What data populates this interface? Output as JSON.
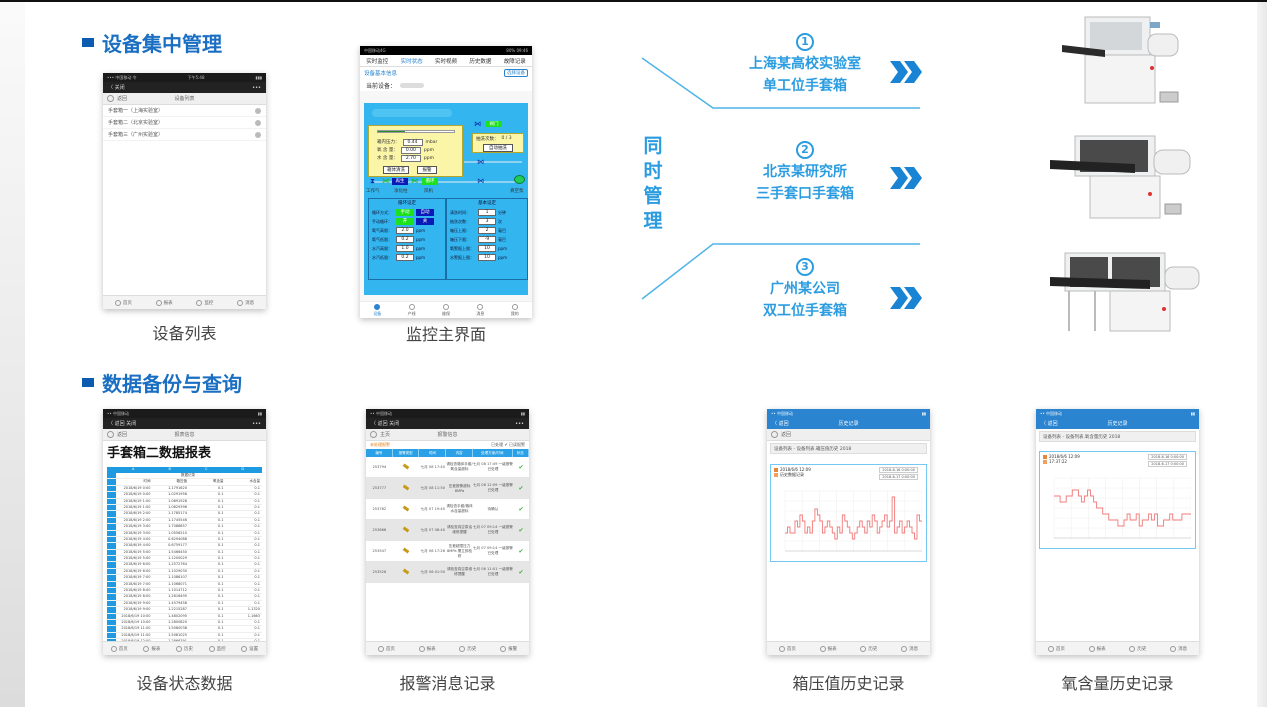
{
  "sections": {
    "central_management": {
      "title": "设备集中管理"
    },
    "data_backup": {
      "title": "数据备份与查询"
    }
  },
  "captions": {
    "device_list": "设备列表",
    "monitor_main": "监控主界面",
    "device_status_data": "设备状态数据",
    "alarm_records": "报警消息记录",
    "pressure_history": "箱压值历史记录",
    "oxygen_history": "氧含量历史记录"
  },
  "device_list_screen": {
    "status_left": "••• 中国移动 令",
    "status_center": "下午5:48",
    "status_right": "▮▮▮",
    "back_label": "〈 关闭",
    "more": "•••",
    "sub_left": "返回",
    "sub_title": "设备列表",
    "items": [
      {
        "label": "手套箱一（上海实验室）"
      },
      {
        "label": "手套箱二（北京实验室）"
      },
      {
        "label": "手套箱三（广州实验室）"
      }
    ],
    "tabs": [
      "首页",
      "报表",
      "监控",
      "消息"
    ]
  },
  "monitor_screen": {
    "status_left": "中国移动4G",
    "status_right": "80% 09:46",
    "tabs": [
      "实时监控",
      "实时状态",
      "实时视频",
      "历史数据",
      "故障记录"
    ],
    "active_tab": "实时状态",
    "info_title": "设备基本信息",
    "select_device": "选择设备",
    "current_device_label": "当前设备：",
    "readings": [
      {
        "label": "箱内压力：",
        "value": "0.44",
        "unit": "mbar"
      },
      {
        "label": "氧 含 量：",
        "value": "0.00",
        "unit": "ppm"
      },
      {
        "label": "水 含 量：",
        "value": "2.70",
        "unit": "ppm"
      }
    ],
    "btn_cleanup": "箱体清洗",
    "btn_alarm": "报警",
    "evac_count_label": "抽洗次数：",
    "evac_count_value": "0 / 3",
    "btn_auto_evac": "自动抽洗",
    "top_valve_btn": "阀门",
    "components": {
      "work_gas": "工作气",
      "purifier": "净化柱",
      "purifier_state": "再生",
      "fan": "风机",
      "fan_state": "循环",
      "vacuum_pump": "真空泵"
    },
    "cycle_settings": {
      "title": "循环设定",
      "rows": [
        {
          "label": "循环方式：",
          "a": "手动",
          "b": "自动"
        },
        {
          "label": "手动循环：",
          "a": "开",
          "b": "关"
        },
        {
          "label": "氧气高限：",
          "value": "2.0",
          "unit": "ppm"
        },
        {
          "label": "氧气低限：",
          "value": "0.2",
          "unit": "ppm"
        },
        {
          "label": "水汽高限：",
          "value": "1.0",
          "unit": "ppm"
        },
        {
          "label": "水汽低限：",
          "value": "0.2",
          "unit": "ppm"
        }
      ]
    },
    "basic_settings": {
      "title": "基本设定",
      "rows": [
        {
          "label": "清洗时间：",
          "value": "1",
          "unit": "分钟"
        },
        {
          "label": "抽洗次数：",
          "value": "3",
          "unit": "次"
        },
        {
          "label": "箱压上限：",
          "value": "2",
          "unit": "毫巴"
        },
        {
          "label": "箱压下限：",
          "value": "-9",
          "unit": "毫巴"
        },
        {
          "label": "氧警报上限：",
          "value": "10",
          "unit": "ppm"
        },
        {
          "label": "水警报上限：",
          "value": "10",
          "unit": "ppm"
        }
      ]
    },
    "bottom_tabs": [
      "设备",
      "产线",
      "维保",
      "消息",
      "我的"
    ],
    "active_bottom_tab": "设备"
  },
  "glovebox_cases": {
    "simultaneous_label": [
      "同",
      "时",
      "管",
      "理"
    ],
    "items": [
      {
        "num": "1",
        "line1": "上海某高校实验室",
        "line2": "单工位手套箱"
      },
      {
        "num": "2",
        "line1": "北京某研究所",
        "line2": "三手套口手套箱"
      },
      {
        "num": "3",
        "line1": "广州某公司",
        "line2": "双工位手套箱"
      }
    ],
    "accent_color": "#2b9ce0"
  },
  "report_screen": {
    "back_label": "〈 返回  关闭",
    "more": "•••",
    "sub_left": "返回",
    "sub_title": "报表信息",
    "title": "手套箱二数据报表",
    "col_headers": [
      "A",
      "B",
      "C",
      "D"
    ],
    "sheet_title": "数据记录",
    "sub_headers": [
      "时间",
      "箱压值",
      "氧含量",
      "水含量"
    ],
    "rows": [
      [
        "2018/6/19 0:00",
        "1.1791620",
        "0.1",
        "0.1"
      ],
      [
        "2018/6/19 0:00",
        "1.0291958",
        "0.1",
        "0.1"
      ],
      [
        "2018/6/19 1:00",
        "1.0691928",
        "0.1",
        "0.1"
      ],
      [
        "2018/6/19 1:00",
        "1.0629396",
        "0.1",
        "0.1"
      ],
      [
        "2018/6/19 2:00",
        "1.1785174",
        "0.1",
        "0.1"
      ],
      [
        "2018/6/19 2:00",
        "1.1745546",
        "0.1",
        "0.1"
      ],
      [
        "2018/6/19 3:00",
        "1.7086857",
        "0.1",
        "0.1"
      ],
      [
        "2018/6/19 3:00",
        "1.0556210",
        "0.1",
        "0.1"
      ],
      [
        "2018/6/19 4:00",
        "0.6294088",
        "0.1",
        "0.1"
      ],
      [
        "2018/6/19 4:00",
        "0.6759177",
        "0.1",
        "0.1"
      ],
      [
        "2018/6/19 5:00",
        "1.5466450",
        "0.1",
        "0.1"
      ],
      [
        "2018/6/19 5:00",
        "1.1200029",
        "0.1",
        "0.1"
      ],
      [
        "2018/6/19 6:00",
        "1.2572764",
        "0.1",
        "0.1"
      ],
      [
        "2018/6/19 6:00",
        "1.1029030",
        "0.1",
        "0.1"
      ],
      [
        "2018/6/19 7:00",
        "1.1086107",
        "0.1",
        "0.1"
      ],
      [
        "2018/6/19 7:00",
        "1.1068071",
        "0.1",
        "0.1"
      ],
      [
        "2018/6/19 8:00",
        "1.1014712",
        "0.1",
        "0.1"
      ],
      [
        "2018/6/19 8:00",
        "1.2616495",
        "0.1",
        "0.1"
      ],
      [
        "2018/6/19 9:00",
        "1.4579458",
        "0.1",
        "0.1"
      ],
      [
        "2018/6/19 9:00",
        "1.2215287",
        "0.1",
        "1.1320"
      ],
      [
        "2018/6/19 10:00",
        "1.4802095",
        "0.1",
        "1.1663"
      ],
      [
        "2018/6/19 10:00",
        "1.2800820",
        "0.1",
        "0.1"
      ],
      [
        "2018/6/19 11:00",
        "1.5060038",
        "0.1",
        "0.1"
      ],
      [
        "2018/6/19 11:00",
        "1.5081025",
        "0.1",
        "0.1"
      ],
      [
        "2018/6/19 12:00",
        "1.2866791",
        "0.1",
        "0.1"
      ]
    ],
    "tabs": [
      "首页",
      "报表",
      "历史",
      "监控",
      "设置"
    ]
  },
  "alarm_screen": {
    "back_label": "〈 返回  关闭",
    "more": "•••",
    "sub_left": "主页",
    "sub_title": "报警信息",
    "filter_label": "未处理报警",
    "status_legend": "已处理  ✔  已读报警",
    "columns": [
      "编号",
      "报警类型",
      "时间",
      "内容",
      "处理方案/时间",
      "状态"
    ],
    "rows": [
      {
        "id": "253794",
        "time": "七月 08 17:40",
        "content": "请检查箱体手套/氧含量超标",
        "solution": "七月 08 17:49 一级报警已处理",
        "status": "✔"
      },
      {
        "id": "253777",
        "time": "七月 08 11:50",
        "content": "压差报警超标 8MPa",
        "solution": "七月 08 12:09 一级报警已处理",
        "status": "✔"
      },
      {
        "id": "253762",
        "time": "七月 07 19:40",
        "content": "请检查手套/箱体水含量超标",
        "solution": "待确认",
        "status": "✔"
      },
      {
        "id": "253666",
        "time": "七月 07 08:40",
        "content": "请检查真空泵油维修提醒",
        "solution": "七月 07 09:14 一级报警已处理",
        "status": "✔"
      },
      {
        "id": "253547",
        "time": "七月 06 17:26",
        "content": "压差超限压力 8MPa 需立即检修",
        "solution": "七月 07 09:14 一级报警已处理",
        "status": "✔"
      },
      {
        "id": "253526",
        "time": "七月 06 01:50",
        "content": "请检查真空泵维修提醒",
        "solution": "七月 06 11:01 一级报警已处理",
        "status": "✔"
      }
    ],
    "tabs": [
      "首页",
      "报表",
      "历史",
      "报警"
    ]
  },
  "pressure_screen": {
    "back_label": "〈 返回",
    "title": "历史记录",
    "sub_left": "返回",
    "filter": "设备列表 - 设备列表.箱压值历史 2018",
    "legend": [
      "2018/6/6 12:09",
      "历史数据记录"
    ],
    "date_from": "2018-6-16 0:00:00",
    "date_to": "2018-6-17 0:00:00",
    "tabs": [
      "首页",
      "报表",
      "历史",
      "消息"
    ]
  },
  "oxygen_screen": {
    "back_label": "〈 返回",
    "title": "历史记录",
    "filter": "设备列表 - 设备列表.氧含量历史 2018",
    "legend": [
      "2018/6/6 12:09",
      "17:37:22"
    ],
    "date_from": "2018-6-16 0:00:00",
    "date_to": "2018-6-17 0:00:00",
    "tabs": [
      "首页",
      "报表",
      "历史",
      "消息"
    ]
  },
  "chart_data": [
    {
      "type": "line",
      "title": "箱压值历史记录",
      "xlabel": "",
      "ylabel": "",
      "series": [
        {
          "name": "箱压值",
          "color": "#f07a7a",
          "values": [
            3,
            4,
            3,
            3,
            5,
            4,
            6,
            5,
            3,
            4,
            3,
            5,
            7,
            6,
            5,
            3,
            4,
            5,
            4,
            3,
            2,
            4,
            3,
            6,
            5,
            4,
            3,
            2,
            3,
            4,
            5,
            4,
            3,
            5,
            4,
            6,
            5,
            3,
            4,
            5,
            6,
            4,
            5,
            9,
            3,
            4,
            5,
            3,
            4,
            5,
            4,
            3,
            2,
            6,
            5
          ]
        }
      ],
      "grid": true
    },
    {
      "type": "line",
      "title": "氧含量历史记录",
      "xlabel": "",
      "ylabel": "",
      "series": [
        {
          "name": "氧含量",
          "color": "#f07a7a",
          "values": [
            7,
            7,
            6,
            6,
            7,
            7,
            8,
            8,
            7,
            6,
            7,
            8,
            7,
            6,
            5,
            5,
            4,
            4,
            3,
            3,
            3,
            2,
            2,
            3,
            4,
            3,
            3,
            4,
            2,
            3,
            3,
            4,
            3,
            4,
            2,
            2,
            3,
            3,
            4,
            3,
            3,
            3,
            4,
            4,
            4
          ]
        }
      ],
      "grid": true
    }
  ]
}
